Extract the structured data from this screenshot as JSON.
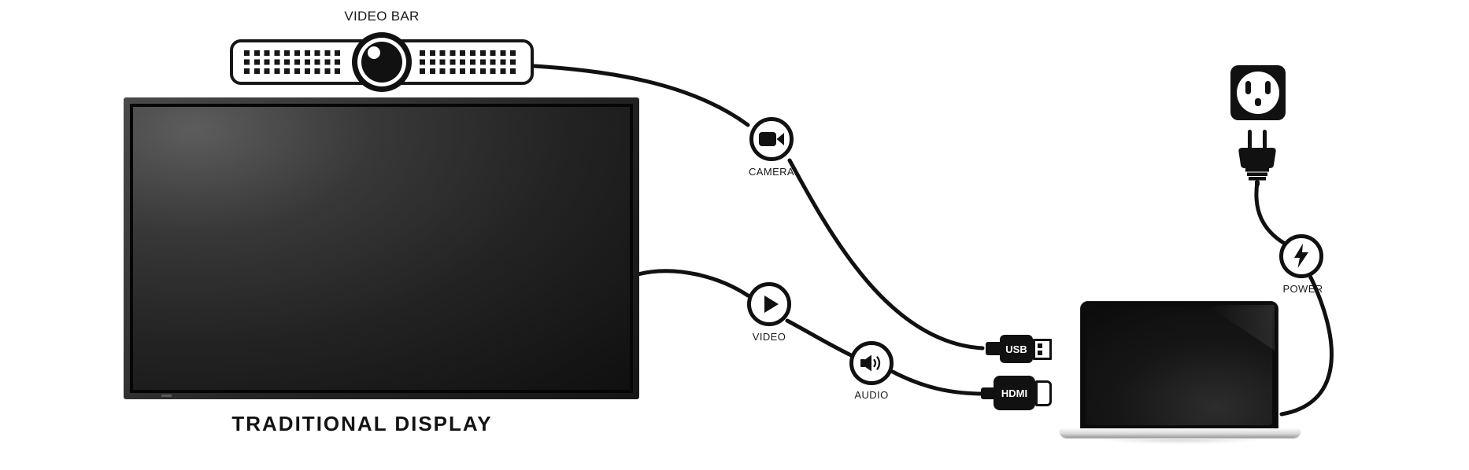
{
  "diagram": {
    "background_color": "#ffffff",
    "ink_color": "#111111",
    "video_bar": {
      "label": "VIDEO BAR",
      "icon": "camera-lens-icon"
    },
    "display": {
      "caption": "TRADITIONAL DISPLAY"
    },
    "nodes": {
      "camera": {
        "label": "CAMERA",
        "icon": "video-camera-icon"
      },
      "video": {
        "label": "VIDEO",
        "icon": "play-icon"
      },
      "audio": {
        "label": "AUDIO",
        "icon": "speaker-icon"
      },
      "power": {
        "label": "POWER",
        "icon": "lightning-bolt-icon"
      }
    },
    "connectors": {
      "usb": {
        "label": "USB"
      },
      "hdmi": {
        "label": "HDMI"
      }
    }
  }
}
